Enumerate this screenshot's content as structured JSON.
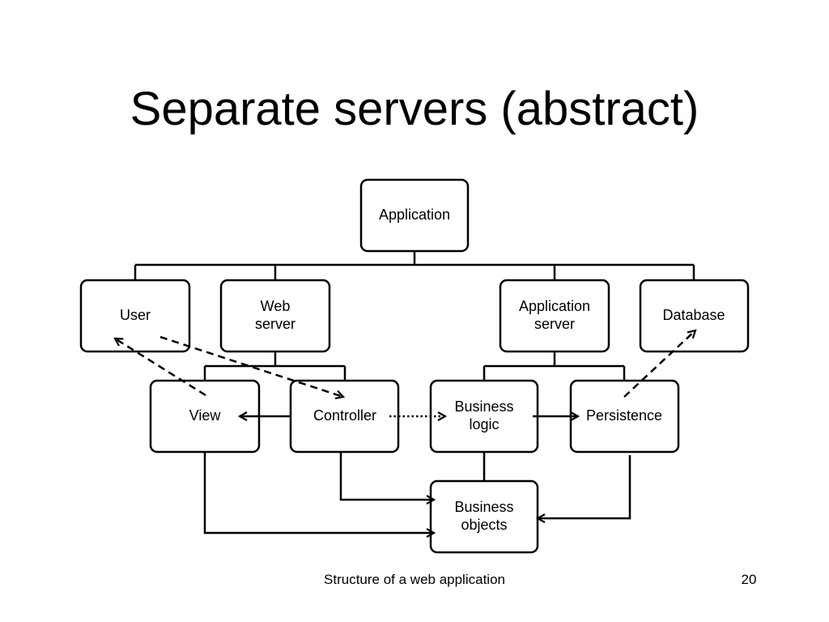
{
  "slide": {
    "title": "Separate servers (abstract)",
    "footer": "Structure of a web application",
    "page_number": "20"
  },
  "diagram": {
    "nodes": {
      "application": [
        "Application"
      ],
      "user": [
        "User"
      ],
      "web_server": [
        "Web",
        "server"
      ],
      "application_server": [
        "Application",
        "server"
      ],
      "database": [
        "Database"
      ],
      "view": [
        "View"
      ],
      "controller": [
        "Controller"
      ],
      "business_logic": [
        "Business",
        "logic"
      ],
      "persistence": [
        "Persistence"
      ],
      "business_objects": [
        "Business",
        "objects"
      ]
    }
  }
}
